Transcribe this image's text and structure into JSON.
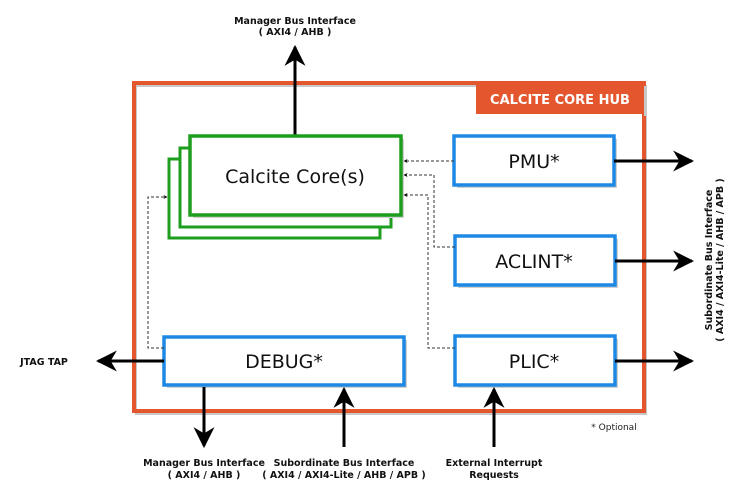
{
  "hub": {
    "title": "CALCITE CORE HUB",
    "border_color": "#E4572E",
    "optional_note": "* Optional"
  },
  "blocks": {
    "core": {
      "label": "Calcite Core(s)",
      "color": "#1E9E1E"
    },
    "pmu": {
      "label": "PMU*",
      "color": "#1E88E5"
    },
    "aclint": {
      "label": "ACLINT*",
      "color": "#1E88E5"
    },
    "plic": {
      "label": "PLIC*",
      "color": "#1E88E5"
    },
    "debug": {
      "label": "DEBUG*",
      "color": "#1E88E5"
    }
  },
  "external_labels": {
    "top_manager": {
      "line1": "Manager Bus Interface",
      "line2": "( AXI4 / AHB )"
    },
    "right_subordinate": {
      "line1": "Subordinate Bus Interface",
      "line2": "( AXI4 / AXI4-Lite / AHB / APB )"
    },
    "jtag": "JTAG TAP",
    "bottom_manager": {
      "line1": "Manager Bus Interface",
      "line2": "( AXI4 / AHB )"
    },
    "bottom_subordinate": {
      "line1": "Subordinate Bus Interface",
      "line2": "( AXI4 / AXI4-Lite / AHB / APB )"
    },
    "interrupts": {
      "line1": "External Interrupt",
      "line2": "Requests"
    }
  }
}
